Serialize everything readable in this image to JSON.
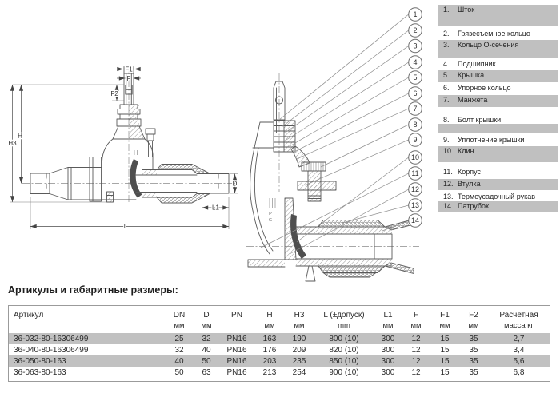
{
  "drawing": {
    "dims": {
      "f1": "F1",
      "f": "F",
      "f2": "F2",
      "h": "H",
      "h3": "H3",
      "d": "D",
      "l1": "L1",
      "l": "L"
    },
    "cast_marks": [
      "P",
      "G"
    ]
  },
  "callouts": [
    "1",
    "2",
    "3",
    "4",
    "5",
    "6",
    "7",
    "8",
    "9",
    "10",
    "11",
    "12",
    "13",
    "14"
  ],
  "parts": [
    {
      "num": "1.",
      "label": "Шток"
    },
    {
      "num": "2.",
      "label": "Грязесъемное кольцо"
    },
    {
      "num": "3.",
      "label": "Кольцо О-сечения"
    },
    {
      "num": "4.",
      "label": "Подшипник"
    },
    {
      "num": "5.",
      "label": "Крышка"
    },
    {
      "num": "6.",
      "label": "Упорное кольцо"
    },
    {
      "num": "7.",
      "label": "Манжета"
    },
    {
      "num": "8.",
      "label": "Болт крышки"
    },
    {
      "num": "9.",
      "label": "Уплотнение крышки"
    },
    {
      "num": "10.",
      "label": "Клин"
    },
    {
      "num": "11.",
      "label": "Корпус"
    },
    {
      "num": "12.",
      "label": "Втулка"
    },
    {
      "num": "13.",
      "label": "Термоусадочный рукав"
    },
    {
      "num": "14.",
      "label": "Патрубок"
    }
  ],
  "table": {
    "title": "Артикулы и габаритные размеры:",
    "columns": [
      {
        "name": "Артикул",
        "unit": ""
      },
      {
        "name": "DN",
        "unit": "мм"
      },
      {
        "name": "D",
        "unit": "мм"
      },
      {
        "name": "PN",
        "unit": ""
      },
      {
        "name": "H",
        "unit": "мм"
      },
      {
        "name": "H3",
        "unit": "мм"
      },
      {
        "name": "L (±допуск)",
        "unit": "mm"
      },
      {
        "name": "L1",
        "unit": "мм"
      },
      {
        "name": "F",
        "unit": "мм"
      },
      {
        "name": "F1",
        "unit": "мм"
      },
      {
        "name": "F2",
        "unit": "мм"
      },
      {
        "name": "Расчетная",
        "unit": "масса кг"
      }
    ],
    "rows": [
      [
        "36-032-80-16306499",
        "25",
        "32",
        "PN16",
        "163",
        "190",
        "800 (10)",
        "300",
        "12",
        "15",
        "35",
        "2,7"
      ],
      [
        "36-040-80-16306499",
        "32",
        "40",
        "PN16",
        "176",
        "209",
        "820 (10)",
        "300",
        "12",
        "15",
        "35",
        "3,4"
      ],
      [
        "36-050-80-163",
        "40",
        "50",
        "PN16",
        "203",
        "235",
        "850 (10)",
        "300",
        "12",
        "15",
        "35",
        "5,6"
      ],
      [
        "36-063-80-163",
        "50",
        "63",
        "PN16",
        "213",
        "254",
        "900 (10)",
        "300",
        "12",
        "15",
        "35",
        "6,8"
      ]
    ]
  },
  "colors": {
    "stripe_gray": "#c0c0c0",
    "table_stripe": "#c1c1c1",
    "line_gray": "#5a5a5a",
    "text": "#2b2b2b"
  }
}
